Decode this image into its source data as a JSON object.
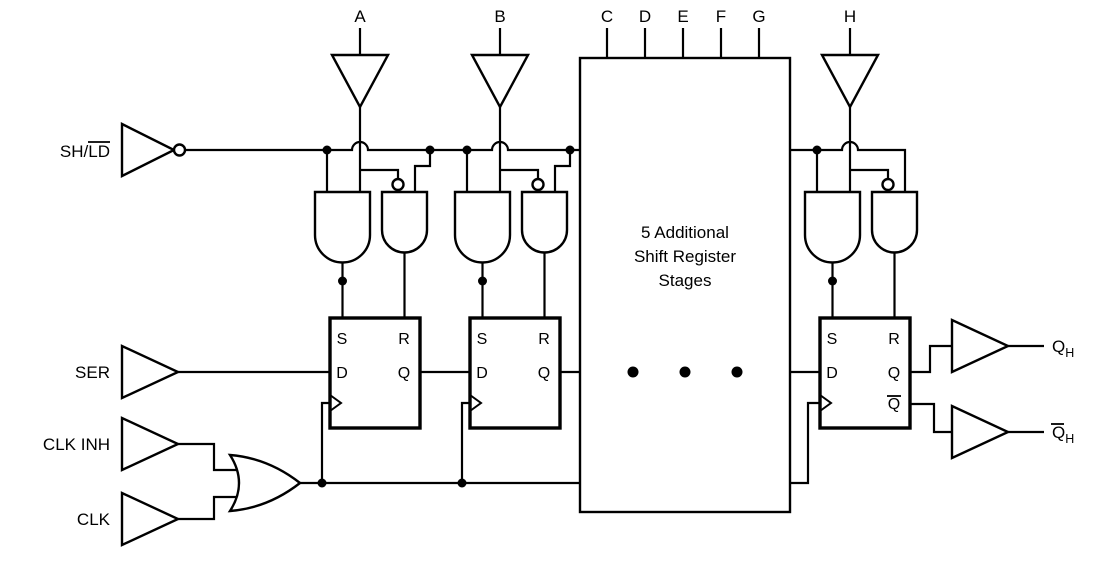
{
  "inputs": {
    "a": "A",
    "b": "B",
    "c": "C",
    "d": "D",
    "e": "E",
    "f": "F",
    "g": "G",
    "h": "H"
  },
  "controls": {
    "sh_ld_prefix": "SH/",
    "sh_ld_overline": "LD",
    "ser": "SER",
    "clk_inh": "CLK INH",
    "clk": "CLK"
  },
  "stage_box": {
    "line1": "5 Additional",
    "line2": "Shift Register",
    "line3": "Stages"
  },
  "flip_flop": {
    "set": "S",
    "reset": "R",
    "data": "D",
    "out": "Q",
    "out_bar": "Q"
  },
  "outputs": {
    "q": "Q",
    "q_sub": "H",
    "qbar": "Q",
    "qbar_sub": "H"
  },
  "colors": {
    "line": "#000000",
    "background": "#ffffff"
  }
}
